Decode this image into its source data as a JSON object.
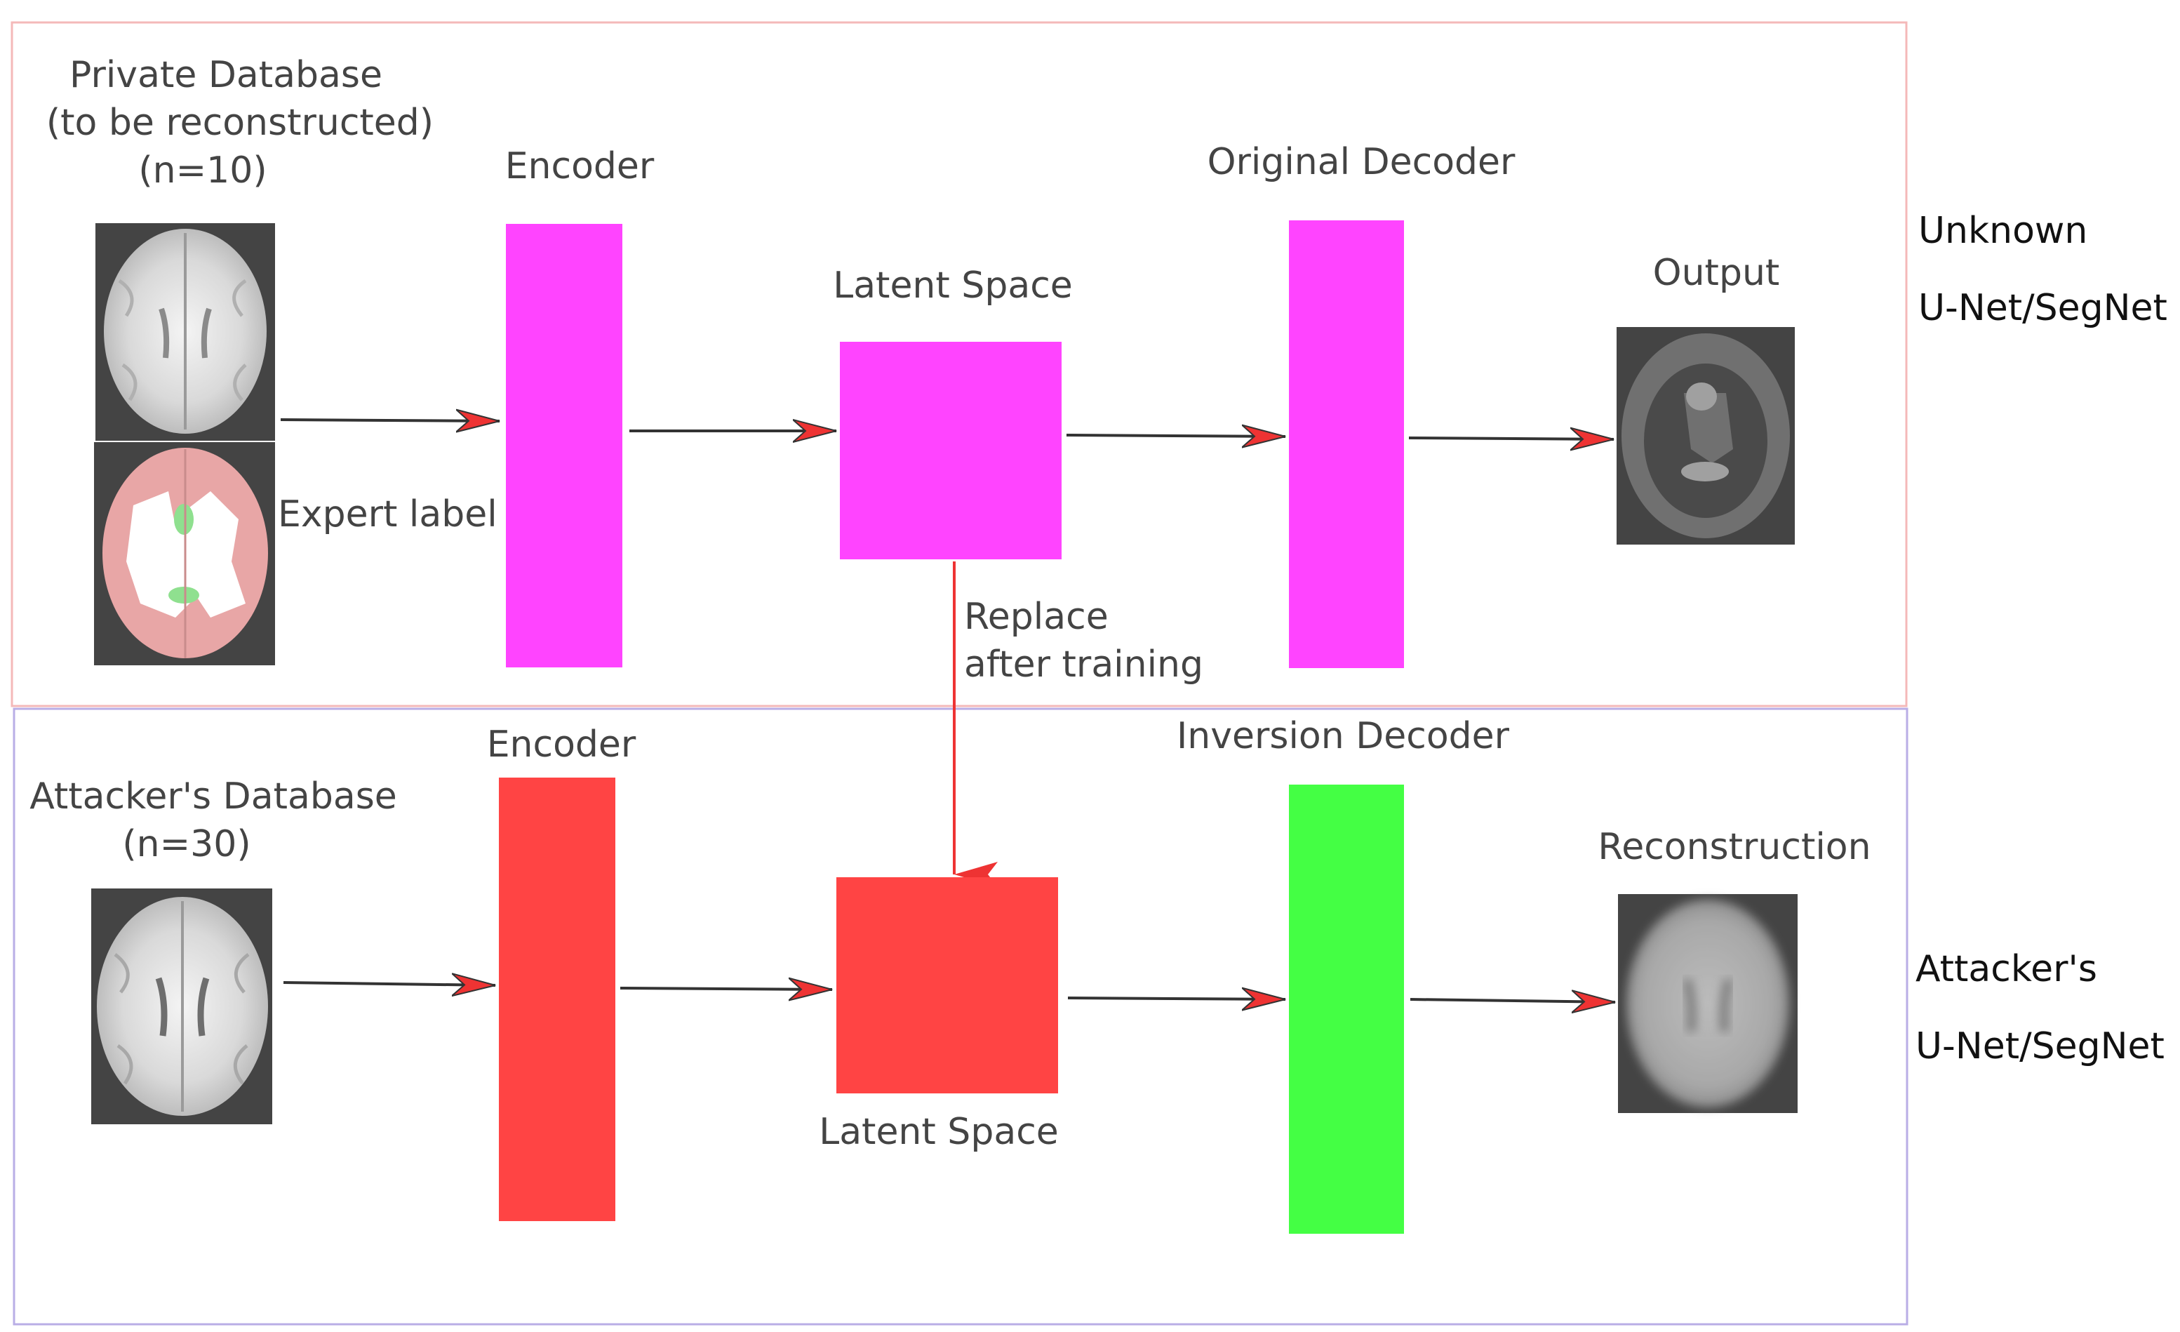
{
  "top_section": {
    "database_label": [
      "Private Database",
      "(to be reconstructed)",
      "(n=10)"
    ],
    "expert_label": "Expert label",
    "encoder_label": "Encoder",
    "latent_label": "Latent Space",
    "decoder_label": "Original Decoder",
    "output_label": "Output",
    "side_label": [
      "Unknown",
      "U-Net/SegNet"
    ]
  },
  "replace_note": [
    "Replace",
    "after training"
  ],
  "bottom_section": {
    "database_label": [
      "Attacker's Database",
      "(n=30)"
    ],
    "encoder_label": "Encoder",
    "latent_label": "Latent Space",
    "decoder_label": "Inversion Decoder",
    "output_label": "Reconstruction",
    "side_label": [
      "Attacker's",
      "U-Net/SegNet"
    ]
  },
  "colors": {
    "top_frame": "#f4b9b9",
    "bottom_frame": "#b9aee6",
    "magenta_block": "#ff44ff",
    "red_block": "#ff4444",
    "green_block": "#44ff44",
    "arrow_red": "#ee3333",
    "image_bg": "#444444"
  }
}
